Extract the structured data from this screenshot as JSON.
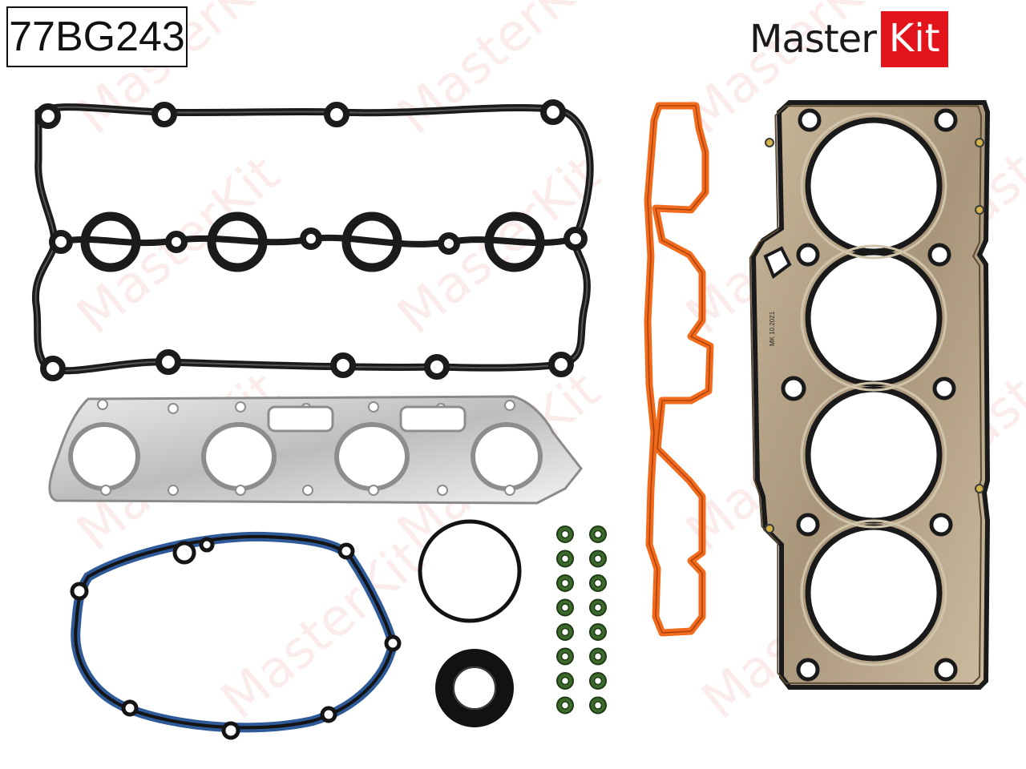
{
  "product_code": "77BG243",
  "brand": {
    "word": "Master",
    "kit": "Kit",
    "color": "#e3141b"
  },
  "watermark": {
    "text": "MasterKit"
  },
  "parts": {
    "valve_cover_gasket": "black rubber valve cover gasket",
    "exhaust_manifold_gasket": "metal 4-port manifold gasket",
    "timing_cover_gasket": "black/blue oval cover gasket",
    "o_ring": "black O-ring",
    "shaft_seal": "black oil seal",
    "valve_stem_seals": {
      "count": 16,
      "color": "#3c6a2a"
    },
    "intake_gasket": {
      "color": "#f26a1b"
    },
    "head_gasket": {
      "marking": "MK 10.2021"
    }
  }
}
